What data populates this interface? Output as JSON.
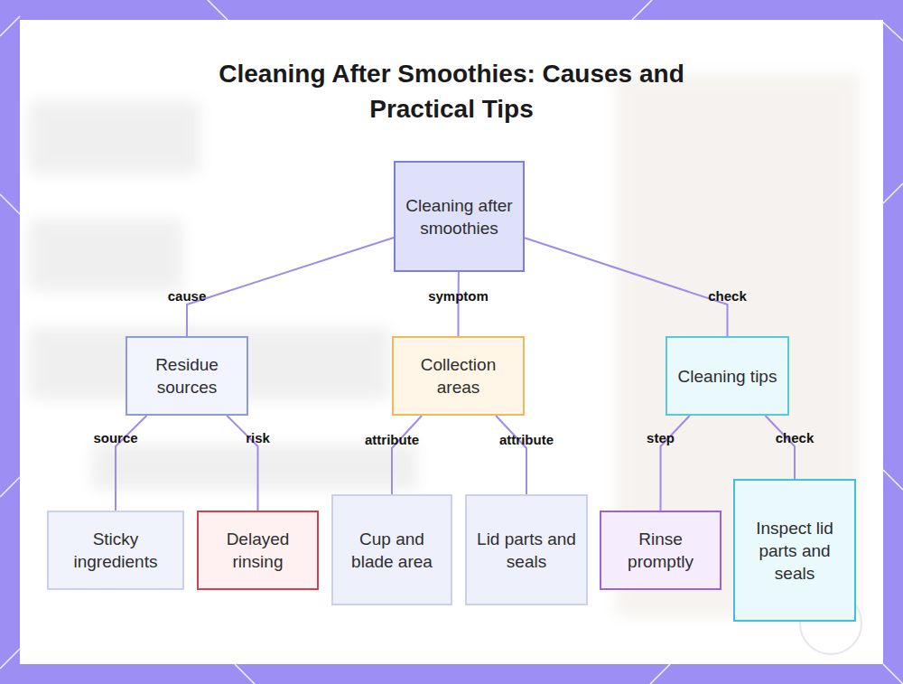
{
  "diagram": {
    "title": "Cleaning After Smoothies: Causes and Practical Tips",
    "nodes": [
      {
        "text": [
          "Cleaning after smoothies"
        ]
      },
      {
        "text": [
          "Residue sources"
        ]
      },
      {
        "text": [
          "Collection areas"
        ]
      },
      {
        "text": [
          "Cleaning tips"
        ]
      },
      {
        "text": [
          "Sticky ingredients"
        ]
      },
      {
        "text": [
          "Delayed rinsing"
        ]
      },
      {
        "text": [
          "Cup and blade area"
        ]
      },
      {
        "text": [
          "Lid parts and seals"
        ]
      },
      {
        "text": [
          "Rinse promptly"
        ]
      },
      {
        "text": [
          "Inspect lid parts and seals"
        ]
      }
    ],
    "edges": [
      {
        "from": 0,
        "to": 1,
        "label": "cause",
        "arrow": "none"
      },
      {
        "from": 0,
        "to": 2,
        "label": "symptom",
        "arrow": "none"
      },
      {
        "from": 0,
        "to": 3,
        "label": "check",
        "arrow": "none"
      },
      {
        "from": 1,
        "to": 4,
        "label": "source",
        "arrow": "none"
      },
      {
        "from": 1,
        "to": 5,
        "label": "risk",
        "arrow": "none"
      },
      {
        "from": 2,
        "to": 6,
        "label": "attribute",
        "arrow": "none"
      },
      {
        "from": 2,
        "to": 7,
        "label": "attribute",
        "arrow": "none"
      },
      {
        "from": 3,
        "to": 8,
        "label": "step",
        "arrow": "none"
      },
      {
        "from": 3,
        "to": 9,
        "label": "check",
        "arrow": "none"
      }
    ]
  }
}
